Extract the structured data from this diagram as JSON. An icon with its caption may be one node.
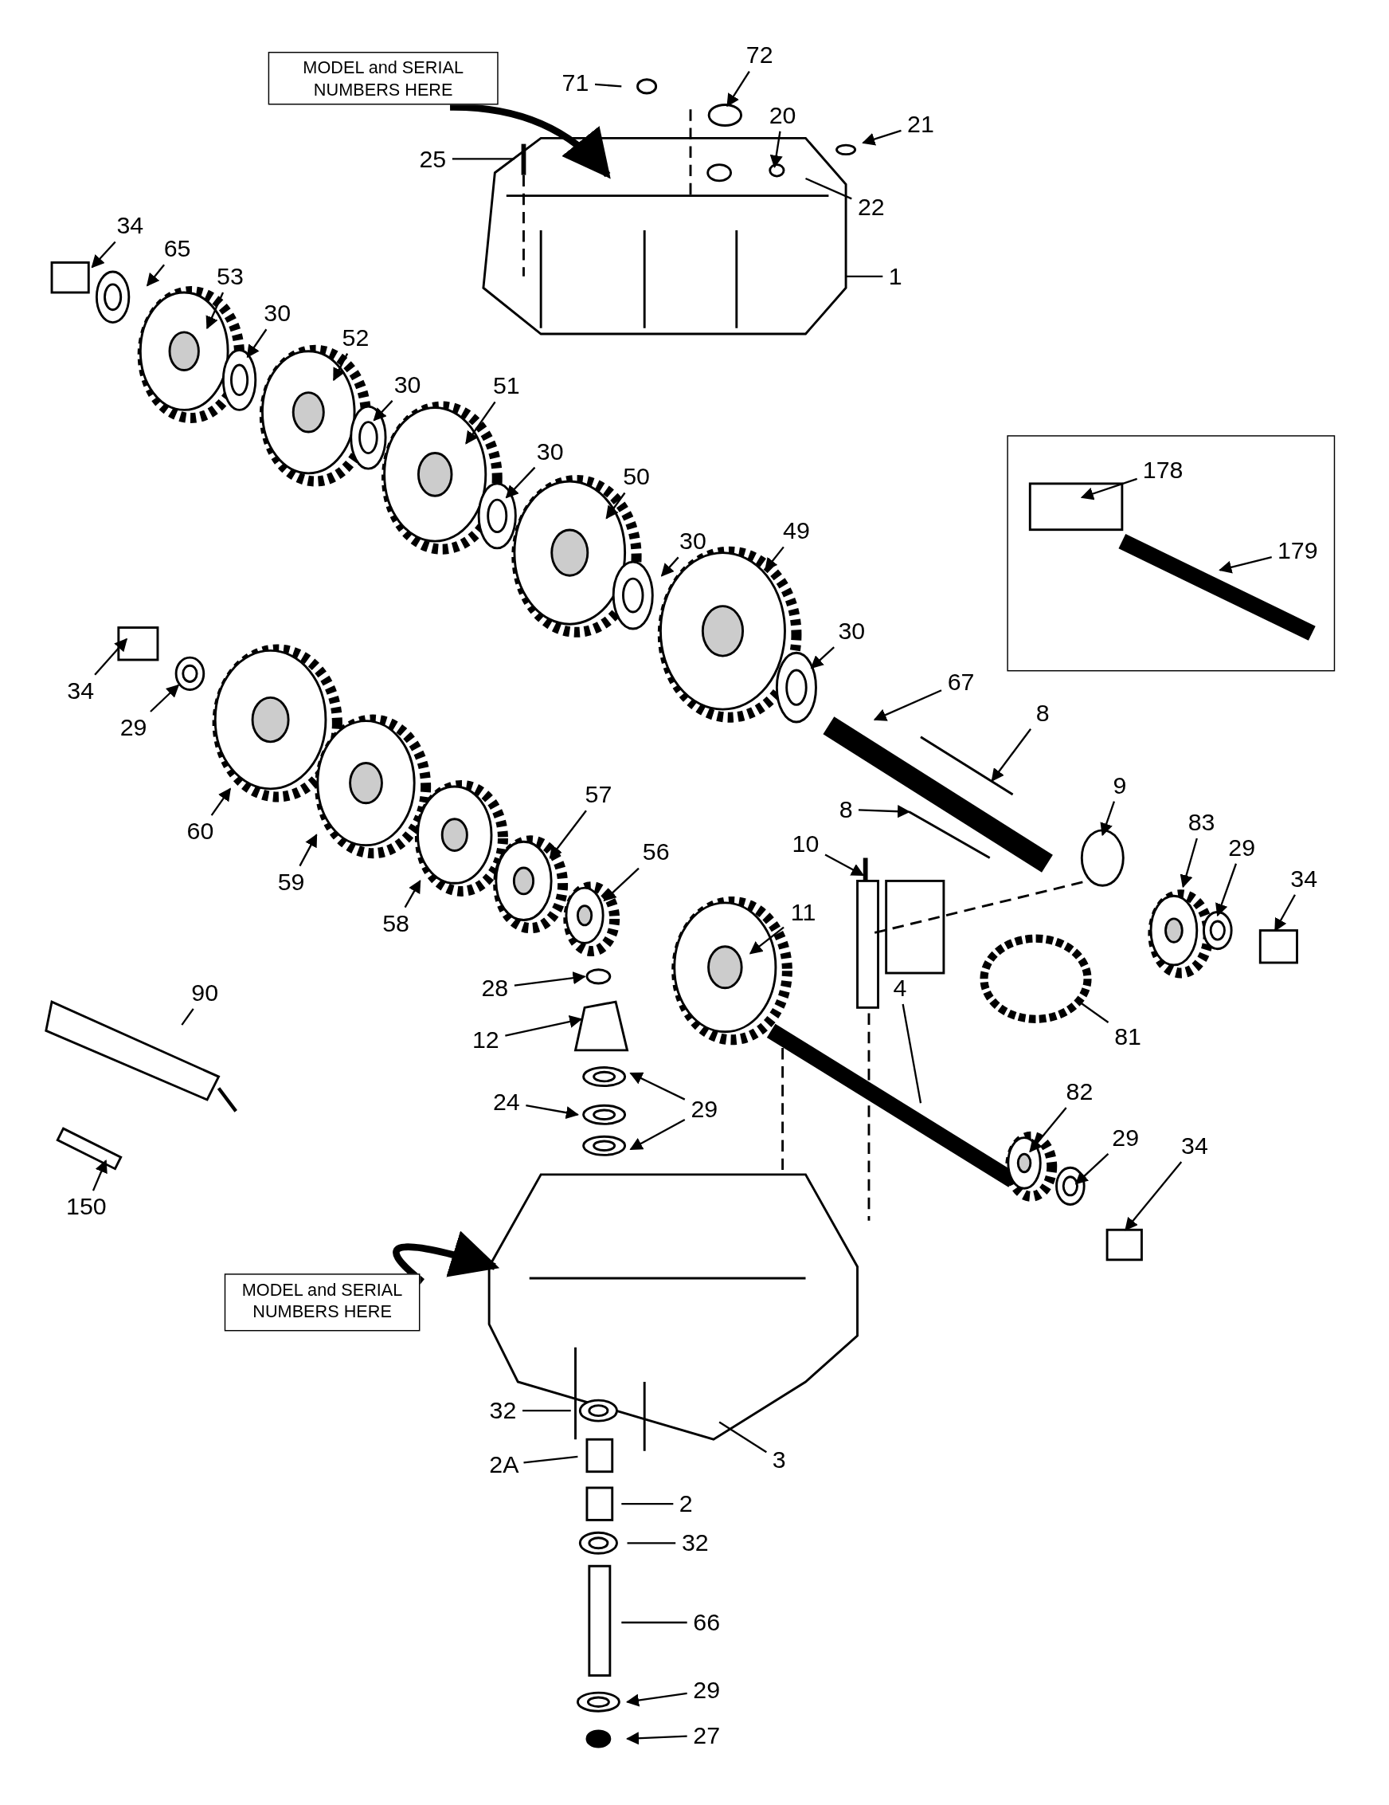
{
  "diagram": {
    "nodes": [
      {
        "text": [
          "MODEL and SERIAL NUMBERS HERE"
        ]
      },
      {
        "text": [
          "71"
        ]
      },
      {
        "text": [
          "72"
        ]
      },
      {
        "text": [
          "25"
        ]
      },
      {
        "text": [
          "20"
        ]
      },
      {
        "text": [
          "21"
        ]
      },
      {
        "text": [
          "22"
        ]
      },
      {
        "text": [
          "1"
        ]
      },
      {
        "text": [
          "34"
        ]
      },
      {
        "text": [
          "65"
        ]
      },
      {
        "text": [
          "53"
        ]
      },
      {
        "text": [
          "30"
        ]
      },
      {
        "text": [
          "52"
        ]
      },
      {
        "text": [
          "30"
        ]
      },
      {
        "text": [
          "51"
        ]
      },
      {
        "text": [
          "30"
        ]
      },
      {
        "text": [
          "50"
        ]
      },
      {
        "text": [
          "30"
        ]
      },
      {
        "text": [
          "49"
        ]
      },
      {
        "text": [
          "30"
        ]
      },
      {
        "text": [],
        "shape": "box"
      },
      {
        "text": [
          "178"
        ],
        "in": 20
      },
      {
        "text": [
          "179"
        ],
        "in": 20
      },
      {
        "text": [
          "34"
        ]
      },
      {
        "text": [
          "29"
        ]
      },
      {
        "text": [
          "60"
        ]
      },
      {
        "text": [
          "59"
        ]
      },
      {
        "text": [
          "57"
        ]
      },
      {
        "text": [
          "67"
        ]
      },
      {
        "text": [
          "8"
        ]
      },
      {
        "text": [
          "58"
        ]
      },
      {
        "text": [
          "56"
        ]
      },
      {
        "text": [
          "8"
        ]
      },
      {
        "text": [
          "9"
        ]
      },
      {
        "text": [
          "83"
        ]
      },
      {
        "text": [
          "29"
        ]
      },
      {
        "text": [
          "34"
        ]
      },
      {
        "text": [
          "10"
        ]
      },
      {
        "text": [
          "11"
        ]
      },
      {
        "text": [
          "28"
        ]
      },
      {
        "text": [
          "90"
        ]
      },
      {
        "text": [
          "12"
        ]
      },
      {
        "text": [
          "4"
        ]
      },
      {
        "text": [
          "81"
        ]
      },
      {
        "text": [
          "24"
        ]
      },
      {
        "text": [
          "29"
        ]
      },
      {
        "text": [
          "150"
        ]
      },
      {
        "text": [
          "82"
        ]
      },
      {
        "text": [
          "29"
        ]
      },
      {
        "text": [
          "34"
        ]
      },
      {
        "text": [
          "MODEL and SERIAL NUMBERS HERE"
        ]
      },
      {
        "text": [
          "32"
        ]
      },
      {
        "text": [
          "3"
        ]
      },
      {
        "text": [
          "2A"
        ]
      },
      {
        "text": [
          "2"
        ]
      },
      {
        "text": [
          "32"
        ]
      },
      {
        "text": [
          "66"
        ]
      },
      {
        "text": [
          "29"
        ]
      },
      {
        "text": [
          "27"
        ]
      }
    ],
    "edges": [
      {
        "from": 0,
        "to": null,
        "arrow": "to",
        "style": "thick"
      },
      {
        "from": 1,
        "to": null,
        "arrow": "none"
      },
      {
        "from": 2,
        "to": null,
        "arrow": "to"
      },
      {
        "from": 3,
        "to": null,
        "arrow": "none"
      },
      {
        "from": 4,
        "to": null,
        "arrow": "to"
      },
      {
        "from": 5,
        "to": null,
        "arrow": "to"
      },
      {
        "from": 6,
        "to": null,
        "arrow": "none"
      },
      {
        "from": 7,
        "to": null,
        "arrow": "none"
      },
      {
        "from": 8,
        "to": null,
        "arrow": "to"
      },
      {
        "from": 9,
        "to": null,
        "arrow": "to"
      },
      {
        "from": 10,
        "to": null,
        "arrow": "to"
      },
      {
        "from": 11,
        "to": null,
        "arrow": "to"
      },
      {
        "from": 12,
        "to": null,
        "arrow": "to"
      },
      {
        "from": 13,
        "to": null,
        "arrow": "to"
      },
      {
        "from": 14,
        "to": null,
        "arrow": "to"
      },
      {
        "from": 15,
        "to": null,
        "arrow": "to"
      },
      {
        "from": 16,
        "to": null,
        "arrow": "to"
      },
      {
        "from": 17,
        "to": null,
        "arrow": "to"
      },
      {
        "from": 18,
        "to": null,
        "arrow": "to"
      },
      {
        "from": 19,
        "to": null,
        "arrow": "to"
      },
      {
        "from": 21,
        "to": null,
        "arrow": "to"
      },
      {
        "from": 22,
        "to": null,
        "arrow": "to"
      },
      {
        "from": 23,
        "to": null,
        "arrow": "to"
      },
      {
        "from": 24,
        "to": null,
        "arrow": "to"
      },
      {
        "from": 25,
        "to": null,
        "arrow": "to"
      },
      {
        "from": 26,
        "to": null,
        "arrow": "to"
      },
      {
        "from": 27,
        "to": null,
        "arrow": "to"
      },
      {
        "from": 28,
        "to": null,
        "arrow": "to"
      },
      {
        "from": 29,
        "to": null,
        "arrow": "to"
      },
      {
        "from": 30,
        "to": null,
        "arrow": "to"
      },
      {
        "from": 31,
        "to": null,
        "arrow": "to"
      },
      {
        "from": 32,
        "to": null,
        "arrow": "to"
      },
      {
        "from": 33,
        "to": null,
        "arrow": "to"
      },
      {
        "from": 34,
        "to": null,
        "arrow": "to"
      },
      {
        "from": 35,
        "to": null,
        "arrow": "to"
      },
      {
        "from": 36,
        "to": null,
        "arrow": "to"
      },
      {
        "from": 37,
        "to": null,
        "arrow": "to"
      },
      {
        "from": 38,
        "to": null,
        "arrow": "to"
      },
      {
        "from": 39,
        "to": null,
        "arrow": "to"
      },
      {
        "from": 40,
        "to": null,
        "arrow": "none"
      },
      {
        "from": 41,
        "to": null,
        "arrow": "to"
      },
      {
        "from": 42,
        "to": null,
        "arrow": "none"
      },
      {
        "from": 43,
        "to": null,
        "arrow": "none"
      },
      {
        "from": 44,
        "to": null,
        "arrow": "to"
      },
      {
        "from": 45,
        "to": null,
        "arrow": "to"
      },
      {
        "from": 45,
        "to": null,
        "arrow": "to"
      },
      {
        "from": 46,
        "to": null,
        "arrow": "to"
      },
      {
        "from": 47,
        "to": null,
        "arrow": "to"
      },
      {
        "from": 48,
        "to": null,
        "arrow": "to"
      },
      {
        "from": 49,
        "to": null,
        "arrow": "to"
      },
      {
        "from": 50,
        "to": null,
        "arrow": "to",
        "style": "thick"
      },
      {
        "from": 51,
        "to": null,
        "arrow": "none"
      },
      {
        "from": 52,
        "to": null,
        "arrow": "none"
      },
      {
        "from": 53,
        "to": null,
        "arrow": "none"
      },
      {
        "from": 54,
        "to": null,
        "arrow": "none"
      },
      {
        "from": 55,
        "to": null,
        "arrow": "none"
      },
      {
        "from": 56,
        "to": null,
        "arrow": "none"
      },
      {
        "from": 57,
        "to": null,
        "arrow": "to"
      },
      {
        "from": 58,
        "to": null,
        "arrow": "to"
      }
    ]
  }
}
